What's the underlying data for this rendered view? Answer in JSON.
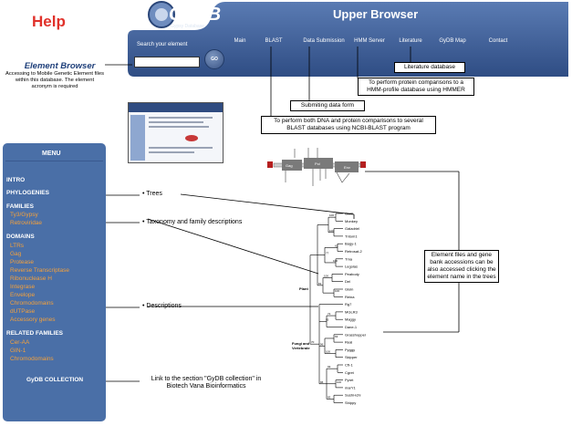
{
  "page": {
    "help_title": "Help"
  },
  "header": {
    "logo_text": "GyDB",
    "logo_sub": "Gypsy Database",
    "title": "Upper Browser",
    "search_label": "Search your element",
    "search_placeholder": "",
    "go_label": "GO",
    "nav": [
      "Main",
      "BLAST",
      "Data Submission",
      "HMM Server",
      "Literature",
      "GyDB Map",
      "Contact"
    ]
  },
  "callouts": {
    "literature": "Literature database",
    "hmm": "To perform  protein comparisons to a HMM-profile database using HMMER",
    "data_form": "Submiting data form",
    "blast": "To perform both DNA and  protein comparisons to several BLAST databases using NCBI-BLAST program",
    "gene_bank": "Element files and gene bank accessions can be also accessed clicking the element name in the trees"
  },
  "element_browser": {
    "title": "Element Browser",
    "desc": "Accessing to Mobile Genetic Element  files within this database. The element acronym is required"
  },
  "menu": {
    "header": "MENU",
    "intro": "INTRO",
    "phylogenies": "PHYLOGENIES",
    "families": "FAMILIES",
    "family_items": [
      "Ty3/Gypsy",
      "Retroviridae"
    ],
    "domains": "DOMAINS",
    "domain_items": [
      "LTRs",
      "Gag",
      "Protease",
      "Reverse Transcriptase",
      "Ribonuclease H",
      "Integrase",
      "Envelope",
      "Chromodomains",
      "dUTPase",
      "Accessory genes"
    ],
    "related": "RELATED FAMILIES",
    "related_items": [
      "Cer-AA",
      "GIN-1",
      "Chromodomains"
    ],
    "collection": "GyDB COLLECTION"
  },
  "annotations": {
    "trees": "•  Trees",
    "taxonomy": "•  Taxonomy and family descriptions",
    "descriptions": "•  Descriptions",
    "collection_link": "Link to the section \"GyDB collection\" in Biotech Vana Bioinformatics"
  },
  "genome_diagram": {
    "labels": [
      "Gag",
      "Pol",
      "Env"
    ]
  },
  "tree": {
    "groups": [
      "Plant",
      "Fungi and Vertebrate"
    ],
    "leaves": [
      "Gimli",
      "Monkey",
      "Galadriel",
      "Tntom1",
      "Bagy-1",
      "Retrosat-2",
      "Tma",
      "Legolas",
      "Peabody",
      "Del",
      "Gloin",
      "Reina",
      "Rg7",
      "MGLR3",
      "Maggy",
      "Dane-1",
      "Grasshopper",
      "Real",
      "Pyggy",
      "Skipper",
      "CfI-1",
      "Cgret",
      "Pyret",
      "marY1",
      "Sushi-ichi",
      "Shippy"
    ],
    "bootstrap": [
      "100",
      "100",
      "61",
      "77",
      "100",
      "100",
      "81",
      "100",
      "72",
      "95",
      "63",
      "100",
      "96",
      "93",
      "100",
      "83",
      "96",
      "70"
    ]
  },
  "colors": {
    "menu_bg": "#4a6fa7",
    "header_bg": "#3e5f96",
    "help_red": "#e0312a",
    "menu_sub": "#f4a13c",
    "tree_label": "#2b2fd3"
  }
}
